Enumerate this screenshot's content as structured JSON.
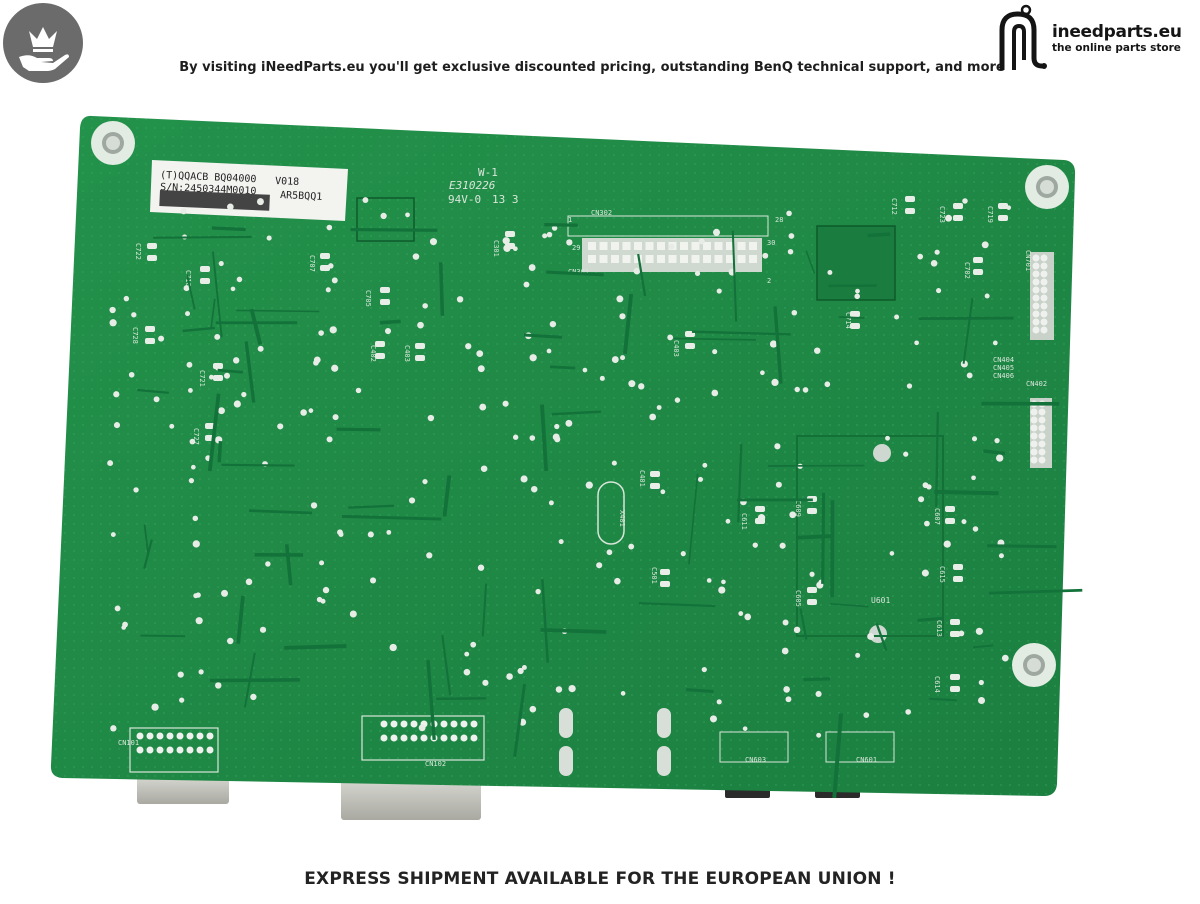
{
  "banner": {
    "top_text": "By visiting iNeedParts.eu you'll get exclusive discounted pricing, outstanding BenQ technical support, and more",
    "bottom_text": "EXPRESS SHIPMENT AVAILABLE FOR THE EUROPEAN UNION !"
  },
  "brand": {
    "name": "ineedparts.eu",
    "tagline": "the online parts store"
  },
  "board": {
    "sticker_line1": "(T)QQACB BQ04000",
    "sticker_version": "V018",
    "sticker_line2": "S/N:2450344M0010",
    "sticker_code": "AR5BQQ1",
    "ul_mark": "W-1",
    "ul_number": "E310226",
    "flame_rating": "94V-0",
    "date_code": "13 3",
    "labels": {
      "cn302": "CN302",
      "cn301": "CN301",
      "cn101": "CN101",
      "cn102": "CN102",
      "cn603": "CN603",
      "cn601": "CN601",
      "cn701": "CN701",
      "cn402": "CN402",
      "cn404": "CN404",
      "cn405": "CN405",
      "cn406": "CN406",
      "u601": "U601",
      "c402": "C402",
      "c403": "C403",
      "c721": "C721",
      "c727": "C727",
      "c707": "C707",
      "c301": "C301",
      "c401": "C401",
      "c501": "C501",
      "c611": "C611",
      "c609": "C609",
      "c605": "C605",
      "c607": "C607",
      "c615": "C615",
      "c613": "C613",
      "c614": "C614",
      "c712": "C712",
      "c723": "C723",
      "c719": "C719",
      "c702": "C702",
      "c714": "C714",
      "c722": "C722",
      "c728": "C728",
      "c718": "C718",
      "c705": "C705",
      "x401": "X401",
      "pin1": "1",
      "pin2": "2",
      "pin29": "29",
      "pin30": "30",
      "pin28": "28"
    }
  },
  "colors": {
    "pcb": "#1f8a45",
    "pcb_dark": "#176d36",
    "badge": "#6b6b6b"
  },
  "icons": {
    "badge": "crown-hand-icon",
    "brand": "ineedparts-logo-icon"
  }
}
